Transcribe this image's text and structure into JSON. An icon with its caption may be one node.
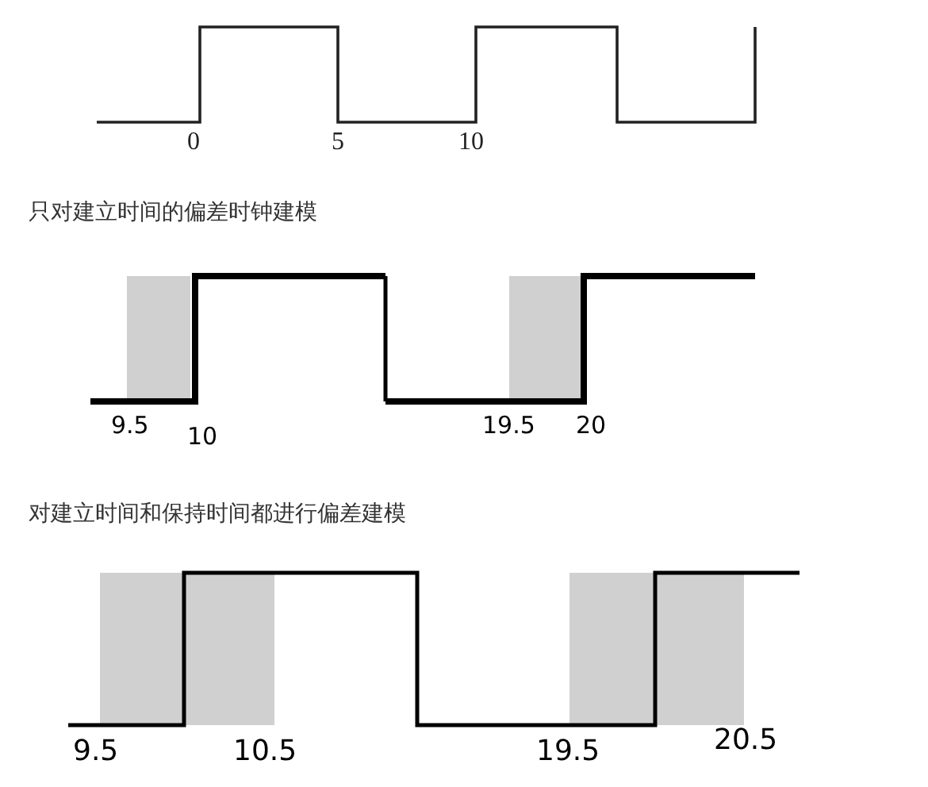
{
  "diagram": {
    "labels": [
      "0",
      "5",
      "10",
      "只对建立时间的偏差时钟建模",
      "9.5",
      "10",
      "19.5",
      "20",
      "对建立时间和保持时间都进行偏差建模",
      "9.5",
      "10.5",
      "19.5",
      "20.5"
    ]
  }
}
